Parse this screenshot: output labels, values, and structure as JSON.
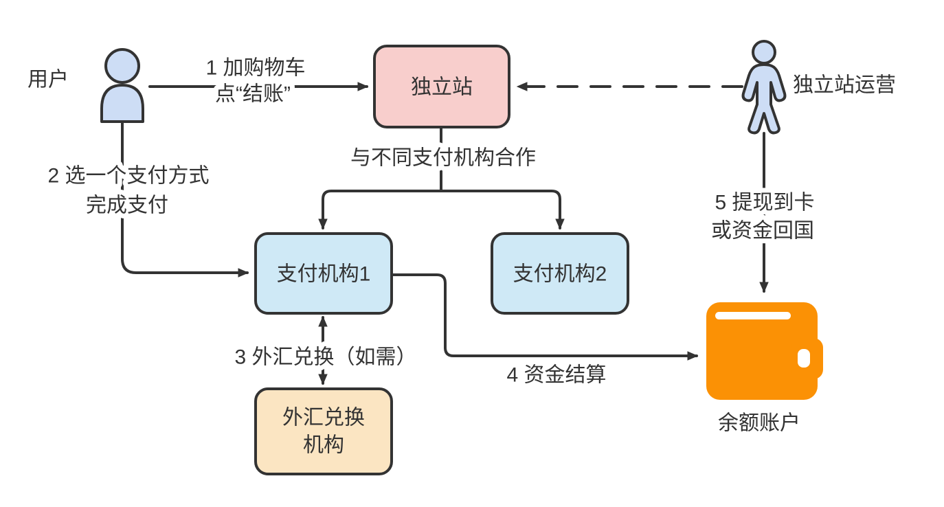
{
  "diagram": {
    "actors": {
      "user": "用户",
      "operator": "独立站运营"
    },
    "nodes": {
      "independent_site": "独立站",
      "payment_org_1": "支付机构1",
      "payment_org_2": "支付机构2",
      "fx_org_line1": "外汇兑换",
      "fx_org_line2": "机构",
      "balance_account": "余额账户"
    },
    "edges": {
      "step1_line1": "1 加购物车",
      "step1_line2": "点“结账”",
      "cooperation": "与不同支付机构合作",
      "step2_line1": "2 选一个支付方式",
      "step2_line2": "完成支付",
      "step3": "3 外汇兑换（如需）",
      "step4": "4 资金结算",
      "step5_line1": "5 提现到卡",
      "step5_line2": "或资金回国"
    },
    "icons": {
      "user": "user-avatar-icon",
      "operator": "person-icon",
      "wallet": "wallet-icon"
    },
    "colors": {
      "stroke": "#333333",
      "text": "#333333",
      "site_fill": "#f8cecc",
      "payment_fill": "#cfe9f6",
      "fx_fill": "#fbe5c2",
      "person_fill": "#cdddf5",
      "wallet_fill": "#fb9105"
    }
  }
}
